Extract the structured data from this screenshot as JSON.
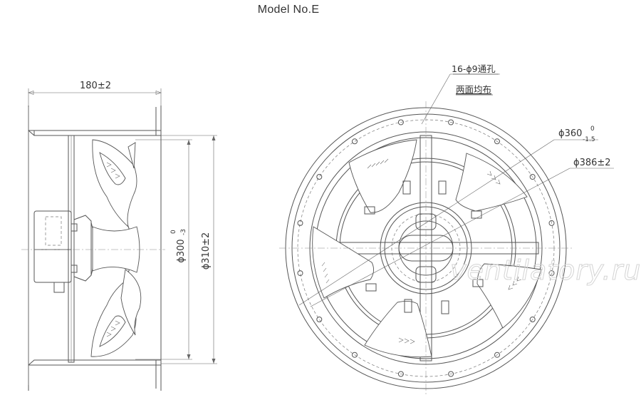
{
  "title": "Model No.E",
  "side_view": {
    "depth_dim": "180±2",
    "d300_main": "ϕ300",
    "d300_tol_upper": "0",
    "d300_tol_lower": "-3",
    "d310": "ϕ310±2"
  },
  "front_view": {
    "holes_line1": "16-ϕ9通孔",
    "holes_line2": "两面均布",
    "d360_main": "ϕ360",
    "d360_tol_upper": "0",
    "d360_tol_lower": "-1.5",
    "d386": "ϕ386±2"
  },
  "watermark": "ventilatory.ru",
  "colors": {
    "line": "#555555",
    "text": "#333333",
    "watermark": "#d4d4d4"
  }
}
